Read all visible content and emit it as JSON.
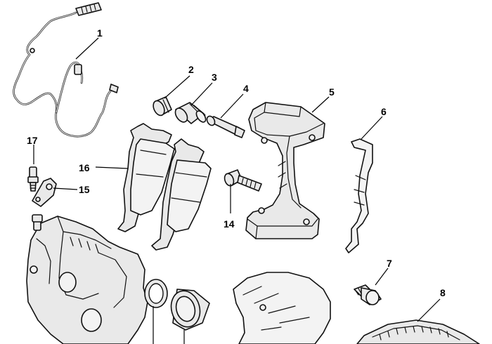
{
  "callouts": {
    "c1": "1",
    "c2": "2",
    "c3": "3",
    "c4": "4",
    "c5": "5",
    "c6": "6",
    "c7": "7",
    "c8": "8",
    "c14": "14",
    "c15": "15",
    "c16": "16",
    "c17": "17"
  }
}
